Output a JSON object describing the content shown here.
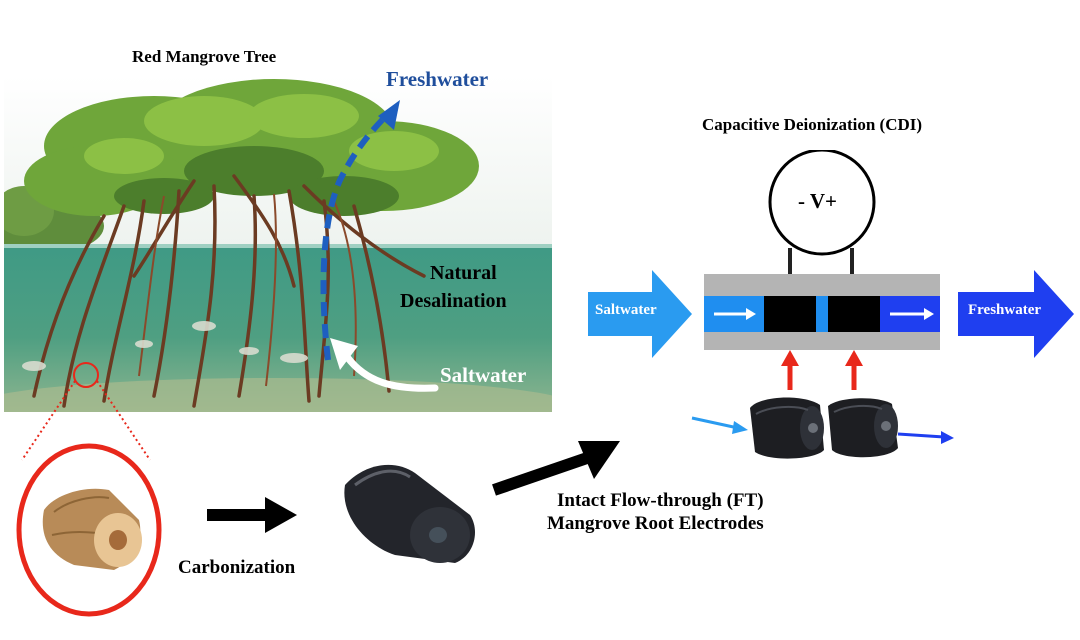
{
  "figure": {
    "tree_title": "Red Mangrove Tree",
    "freshwater_top": "Freshwater",
    "natural_desalination_line1": "Natural",
    "natural_desalination_line2": "Desalination",
    "saltwater_photo": "Saltwater",
    "carbonization": "Carbonization",
    "electrodes_line1": "Intact Flow-through (FT)",
    "electrodes_line2": "Mangrove Root Electrodes",
    "cdi_title": "Capacitive Deionization (CDI)",
    "voltage": "- V+",
    "cdi_in": "Saltwater",
    "cdi_out": "Freshwater"
  },
  "colors": {
    "freshwater_text": "#1f4e9c",
    "saltwater_arrow": "#2a9bf0",
    "freshwater_arrow": "#1f3ff0",
    "ring": "#e8281b",
    "red_arrow": "#e8281b",
    "water": "#2f8f7a",
    "channel_gray": "#b4b4b4"
  }
}
